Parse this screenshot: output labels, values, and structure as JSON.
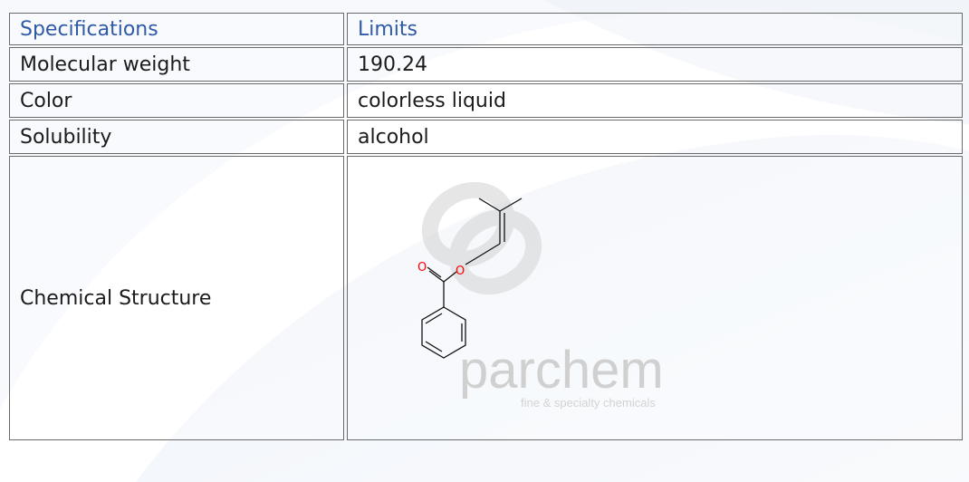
{
  "table": {
    "header": {
      "col1": "Specifications",
      "col2": "Limits"
    },
    "rows": [
      {
        "label": "Molecular weight",
        "value": "190.24"
      },
      {
        "label": "Color",
        "value": "colorless liquid"
      },
      {
        "label": "Solubility",
        "value": "alcohol"
      }
    ],
    "structure_label": "Chemical Structure"
  },
  "structure": {
    "oxygen_label": "O",
    "watermark_name": "parchem",
    "watermark_tagline": "fine & specialty chemicals"
  },
  "colors": {
    "header_text": "#2f5aa7",
    "oxygen": "#ff0000",
    "border": "#6a6a6a"
  }
}
